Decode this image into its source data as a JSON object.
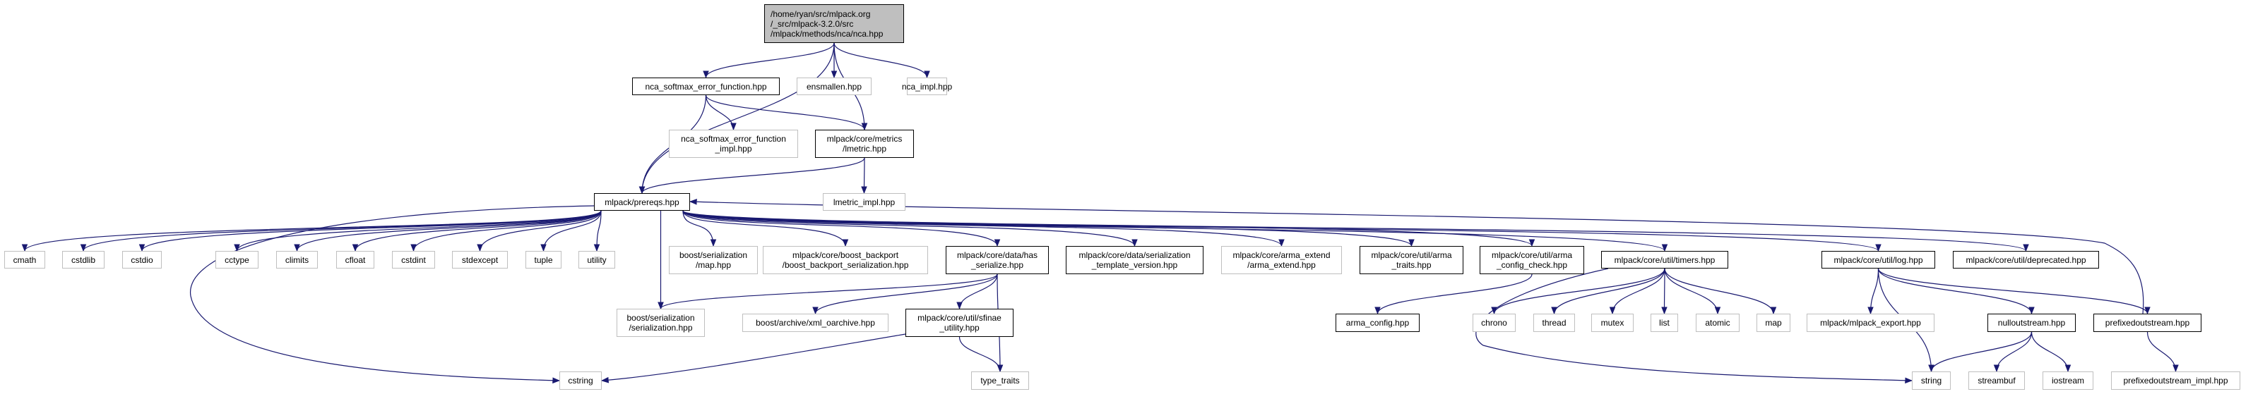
{
  "colors": {
    "edge": "#191970",
    "root_fill": "#bfbfbf",
    "external_border": "#bfbfbf",
    "documented_border": "#000000"
  },
  "nodes": [
    {
      "id": "root",
      "kind": "root",
      "lines": [
        "/home/ryan/src/mlpack.org",
        "/_src/mlpack-3.2.0/src",
        "/mlpack/methods/nca/nca.hpp"
      ]
    },
    {
      "id": "nca_sef",
      "kind": "documented",
      "lines": [
        "nca_softmax_error_function.hpp"
      ]
    },
    {
      "id": "ensmallen",
      "kind": "external",
      "lines": [
        "ensmallen.hpp"
      ]
    },
    {
      "id": "nca_impl",
      "kind": "external",
      "lines": [
        "nca_impl.hpp"
      ]
    },
    {
      "id": "nca_sef_impl",
      "kind": "external",
      "lines": [
        "nca_softmax_error_function",
        "_impl.hpp"
      ]
    },
    {
      "id": "lmetric",
      "kind": "documented",
      "lines": [
        "mlpack/core/metrics",
        "/lmetric.hpp"
      ]
    },
    {
      "id": "prereqs",
      "kind": "documented",
      "lines": [
        "mlpack/prereqs.hpp"
      ]
    },
    {
      "id": "lmetric_impl",
      "kind": "external",
      "lines": [
        "lmetric_impl.hpp"
      ]
    },
    {
      "id": "cmath",
      "kind": "external",
      "lines": [
        "cmath"
      ]
    },
    {
      "id": "cstdlib",
      "kind": "external",
      "lines": [
        "cstdlib"
      ]
    },
    {
      "id": "cstdio",
      "kind": "external",
      "lines": [
        "cstdio"
      ]
    },
    {
      "id": "cctype",
      "kind": "external",
      "lines": [
        "cctype"
      ]
    },
    {
      "id": "climits",
      "kind": "external",
      "lines": [
        "climits"
      ]
    },
    {
      "id": "cfloat",
      "kind": "external",
      "lines": [
        "cfloat"
      ]
    },
    {
      "id": "cstdint",
      "kind": "external",
      "lines": [
        "cstdint"
      ]
    },
    {
      "id": "stdexcept",
      "kind": "external",
      "lines": [
        "stdexcept"
      ]
    },
    {
      "id": "tuple",
      "kind": "external",
      "lines": [
        "tuple"
      ]
    },
    {
      "id": "utility",
      "kind": "external",
      "lines": [
        "utility"
      ]
    },
    {
      "id": "ser_map",
      "kind": "external",
      "lines": [
        "boost/serialization",
        "/map.hpp"
      ]
    },
    {
      "id": "boost_backport",
      "kind": "external",
      "lines": [
        "mlpack/core/boost_backport",
        "/boost_backport_serialization.hpp"
      ]
    },
    {
      "id": "has_serialize",
      "kind": "documented",
      "lines": [
        "mlpack/core/data/has",
        "_serialize.hpp"
      ]
    },
    {
      "id": "template_version",
      "kind": "documented",
      "lines": [
        "mlpack/core/data/serialization",
        "_template_version.hpp"
      ]
    },
    {
      "id": "arma_extend",
      "kind": "external",
      "lines": [
        "mlpack/core/arma_extend",
        "/arma_extend.hpp"
      ]
    },
    {
      "id": "arma_traits",
      "kind": "documented",
      "lines": [
        "mlpack/core/util/arma",
        "_traits.hpp"
      ]
    },
    {
      "id": "config_check",
      "kind": "documented",
      "lines": [
        "mlpack/core/util/arma",
        "_config_check.hpp"
      ]
    },
    {
      "id": "timers",
      "kind": "documented",
      "lines": [
        "mlpack/core/util/timers.hpp"
      ]
    },
    {
      "id": "log",
      "kind": "documented",
      "lines": [
        "mlpack/core/util/log.hpp"
      ]
    },
    {
      "id": "deprecated",
      "kind": "documented",
      "lines": [
        "mlpack/core/util/deprecated.hpp"
      ]
    },
    {
      "id": "serialization",
      "kind": "external",
      "lines": [
        "boost/serialization",
        "/serialization.hpp"
      ]
    },
    {
      "id": "xml_oarchive",
      "kind": "external",
      "lines": [
        "boost/archive/xml_oarchive.hpp"
      ]
    },
    {
      "id": "sfinae",
      "kind": "documented",
      "lines": [
        "mlpack/core/util/sfinae",
        "_utility.hpp"
      ]
    },
    {
      "id": "arma_config",
      "kind": "documented",
      "lines": [
        "arma_config.hpp"
      ]
    },
    {
      "id": "chrono",
      "kind": "external",
      "lines": [
        "chrono"
      ]
    },
    {
      "id": "thread",
      "kind": "external",
      "lines": [
        "thread"
      ]
    },
    {
      "id": "mutex",
      "kind": "external",
      "lines": [
        "mutex"
      ]
    },
    {
      "id": "list",
      "kind": "external",
      "lines": [
        "list"
      ]
    },
    {
      "id": "atomic",
      "kind": "external",
      "lines": [
        "atomic"
      ]
    },
    {
      "id": "map",
      "kind": "external",
      "lines": [
        "map"
      ]
    },
    {
      "id": "mlpack_export",
      "kind": "external",
      "lines": [
        "mlpack/mlpack_export.hpp"
      ]
    },
    {
      "id": "nulloutstream",
      "kind": "documented",
      "lines": [
        "nulloutstream.hpp"
      ]
    },
    {
      "id": "prefixedoutstream",
      "kind": "documented",
      "lines": [
        "prefixedoutstream.hpp"
      ]
    },
    {
      "id": "cstring",
      "kind": "external",
      "lines": [
        "cstring"
      ]
    },
    {
      "id": "type_traits",
      "kind": "external",
      "lines": [
        "type_traits"
      ]
    },
    {
      "id": "string",
      "kind": "external",
      "lines": [
        "string"
      ]
    },
    {
      "id": "streambuf",
      "kind": "external",
      "lines": [
        "streambuf"
      ]
    },
    {
      "id": "iostream",
      "kind": "external",
      "lines": [
        "iostream"
      ]
    },
    {
      "id": "prefixedoutstream_impl",
      "kind": "external",
      "lines": [
        "prefixedoutstream_impl.hpp"
      ]
    }
  ],
  "edges": [
    [
      "root",
      "prereqs"
    ],
    [
      "root",
      "nca_sef"
    ],
    [
      "root",
      "ensmallen"
    ],
    [
      "root",
      "lmetric"
    ],
    [
      "root",
      "nca_impl"
    ],
    [
      "nca_sef",
      "prereqs"
    ],
    [
      "nca_sef",
      "nca_sef_impl"
    ],
    [
      "nca_sef",
      "lmetric"
    ],
    [
      "lmetric",
      "prereqs"
    ],
    [
      "lmetric",
      "lmetric_impl"
    ],
    [
      "prereqs",
      "cmath"
    ],
    [
      "prereqs",
      "cstdlib"
    ],
    [
      "prereqs",
      "cstdio"
    ],
    [
      "prereqs",
      "cctype"
    ],
    [
      "prereqs",
      "climits"
    ],
    [
      "prereqs",
      "cfloat"
    ],
    [
      "prereqs",
      "cstdint"
    ],
    [
      "prereqs",
      "stdexcept"
    ],
    [
      "prereqs",
      "tuple"
    ],
    [
      "prereqs",
      "utility"
    ],
    [
      "prereqs",
      "ser_map"
    ],
    [
      "prereqs",
      "serialization"
    ],
    [
      "prereqs",
      "cstring"
    ],
    [
      "prereqs",
      "boost_backport"
    ],
    [
      "prereqs",
      "has_serialize"
    ],
    [
      "prereqs",
      "template_version"
    ],
    [
      "prereqs",
      "arma_extend"
    ],
    [
      "prereqs",
      "arma_traits"
    ],
    [
      "prereqs",
      "config_check"
    ],
    [
      "prereqs",
      "timers"
    ],
    [
      "prereqs",
      "log"
    ],
    [
      "prereqs",
      "deprecated"
    ],
    [
      "has_serialize",
      "serialization"
    ],
    [
      "has_serialize",
      "xml_oarchive"
    ],
    [
      "has_serialize",
      "sfinae"
    ],
    [
      "has_serialize",
      "type_traits"
    ],
    [
      "sfinae",
      "cstring"
    ],
    [
      "sfinae",
      "type_traits"
    ],
    [
      "config_check",
      "arma_config"
    ],
    [
      "timers",
      "chrono"
    ],
    [
      "timers",
      "thread"
    ],
    [
      "timers",
      "mutex"
    ],
    [
      "timers",
      "list"
    ],
    [
      "timers",
      "atomic"
    ],
    [
      "timers",
      "map"
    ],
    [
      "timers",
      "string"
    ],
    [
      "log",
      "mlpack_export"
    ],
    [
      "log",
      "string"
    ],
    [
      "log",
      "nulloutstream"
    ],
    [
      "log",
      "prefixedoutstream"
    ],
    [
      "nulloutstream",
      "string"
    ],
    [
      "nulloutstream",
      "streambuf"
    ],
    [
      "nulloutstream",
      "iostream"
    ],
    [
      "prefixedoutstream",
      "prefixedoutstream_impl"
    ],
    [
      "prefixedoutstream",
      "prereqs"
    ]
  ]
}
